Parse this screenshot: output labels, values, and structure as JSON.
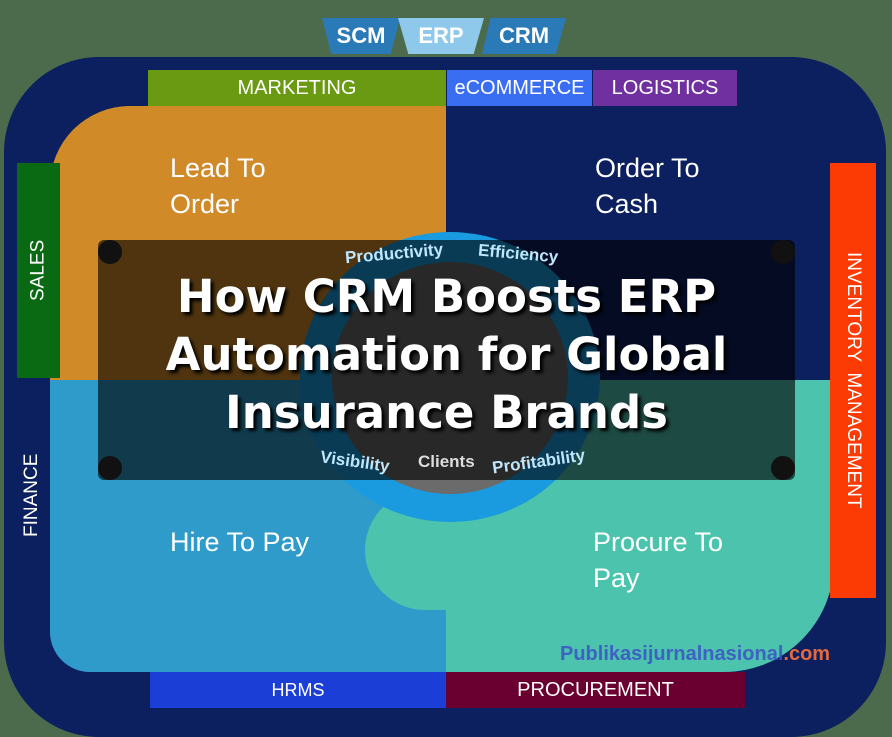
{
  "top_tabs": [
    {
      "label": "SCM",
      "color": "#2b7ab8"
    },
    {
      "label": "ERP",
      "color": "#8ec9ec"
    },
    {
      "label": "CRM",
      "color": "#2b7ab8"
    }
  ],
  "top_bars": [
    {
      "label": "MARKETING",
      "color": "#6a9a12"
    },
    {
      "label": "eCOMMERCE",
      "color": "#3a6ef2"
    },
    {
      "label": "LOGISTICS",
      "color": "#7030a0"
    }
  ],
  "side_bars": {
    "sales": "SALES",
    "finance": "FINANCE",
    "inventory": "INVENTORY  MANAGEMENT"
  },
  "bottom_bars": [
    {
      "label": "HRMS",
      "color": "#1b3fd6"
    },
    {
      "label": "PROCUREMENT",
      "color": "#6a0030"
    }
  ],
  "quadrants": {
    "lead_to_order": "Lead To Order",
    "order_to_cash": "Order To Cash",
    "hire_to_pay": "Hire To Pay",
    "procure_to_pay": "Procure To Pay"
  },
  "ring": {
    "words": [
      "Productivity",
      "Efficiency",
      "Visibility",
      "Profitability"
    ],
    "center": "Clients"
  },
  "title": "How CRM Boosts ERP Automation for Global Insurance Brands",
  "watermark": {
    "main": "Publikasijurnalnasional",
    "suffix": ".com"
  }
}
